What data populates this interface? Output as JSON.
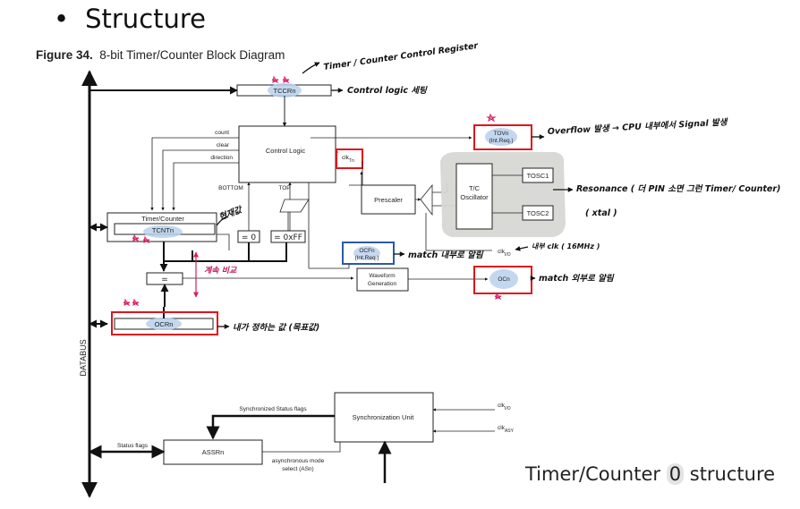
{
  "slide": {
    "bullet": "•",
    "title": "Structure",
    "caption_pre": "Timer/Counter ",
    "caption_num": "0",
    "caption_post": " structure"
  },
  "figure": {
    "label": "Figure 34.",
    "title": "8-bit Timer/Counter Block Diagram"
  },
  "blocks": {
    "tccr": "TCCRn",
    "control_logic": "Control Logic",
    "timer_counter": "Timer/Counter",
    "tcnt": "TCNTn",
    "eq_zero": "= 0",
    "eq_ff": "= 0xFF",
    "eq": "=",
    "ocr": "OCRn",
    "prescaler": "Prescaler",
    "tc_osc_line1": "T/C",
    "tc_osc_line2": "Oscillator",
    "tosc1": "TOSC1",
    "tosc2": "TOSC2",
    "tov_line1": "TOVn",
    "tov_line2": "(Int.Req.)",
    "ocf_line1": "OCFn",
    "ocf_line2": "(Int.Req.)",
    "waveform_line1": "Waveform",
    "waveform_line2": "Generation",
    "ocn": "OCn",
    "sync_unit": "Synchronization Unit",
    "assr": "ASSRn",
    "databus": "DATABUS"
  },
  "signals": {
    "count": "count",
    "clear": "clear",
    "direction": "direction",
    "bottom": "BOTTOM",
    "top": "TOP",
    "clk_tn": "clk",
    "clk_tn_sub": "Tn",
    "clk_io": "clk",
    "clk_io_sub": "I/O",
    "clk_asy": "clk",
    "clk_asy_sub": "ASY",
    "sync_flags": "Synchronized Status flags",
    "status_flags": "Status flags",
    "async_mode_line1": "asynchronous mode",
    "async_mode_line2": "select (ASn)"
  },
  "annotations": {
    "tccr_name": "Timer / Counter Control Register",
    "control_logic_setting": "Control logic 세팅",
    "overflow": "Overflow 발생 → CPU 내부에서 Signal 발생",
    "resonance_line1": "Resonance ( 더 PIN 소면 그런 Timer/ Counter)",
    "resonance_line2": "( xtal )",
    "count_value": "현재값",
    "internal_clk": "내부 clk ( 16MHz )",
    "match_internal": "match 내부로 알림",
    "compare": "계속 비교",
    "match_external": "match 외부로 알림",
    "compare_value": "내가 정하는 값 (목표값)"
  },
  "colors": {
    "highlight_red": "#e0141b",
    "highlight_blue": "#2b5aa8",
    "blob_blue": "#b9d0ec",
    "osc_gray": "#d7d7d3",
    "pink": "#d81b60"
  }
}
